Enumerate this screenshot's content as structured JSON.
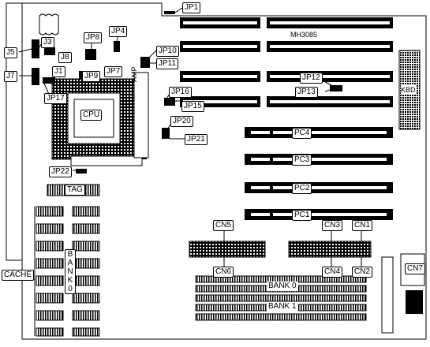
{
  "board": {
    "model": "MH3085",
    "cpu": "CPU",
    "amp_label": "AMP",
    "kbd": "KBD",
    "tag": "TAG",
    "cache": "CACHE",
    "bank0_vertical": "BANK 0",
    "bank0": "BANK 0",
    "bank1": "BANK 1"
  },
  "slots": {
    "pc1": "PC1",
    "pc2": "PC2",
    "pc3": "PC3",
    "pc4": "PC4"
  },
  "jumpers": {
    "jp1": "JP1",
    "jp3": "J3",
    "jp4": "JP4",
    "jp5": "J5",
    "jp7": "J7",
    "jp7b": "JP7",
    "jp8": "JP8",
    "jp9": "JP9",
    "jp10": "JP10",
    "jp11": "JP11",
    "jp12": "JP12",
    "jp13": "JP13",
    "jp15": "JP15",
    "jp16": "JP16",
    "jp17": "JP17",
    "jp20": "JP20",
    "jp21": "JP21",
    "jp22": "JP22",
    "j1": "J1",
    "j8": "J8"
  },
  "connectors": {
    "cn1": "CN1",
    "cn2": "CN2",
    "cn3": "CN3",
    "cn4": "CN4",
    "cn5": "CN5",
    "cn6": "CN6",
    "cn7": "CN7"
  }
}
